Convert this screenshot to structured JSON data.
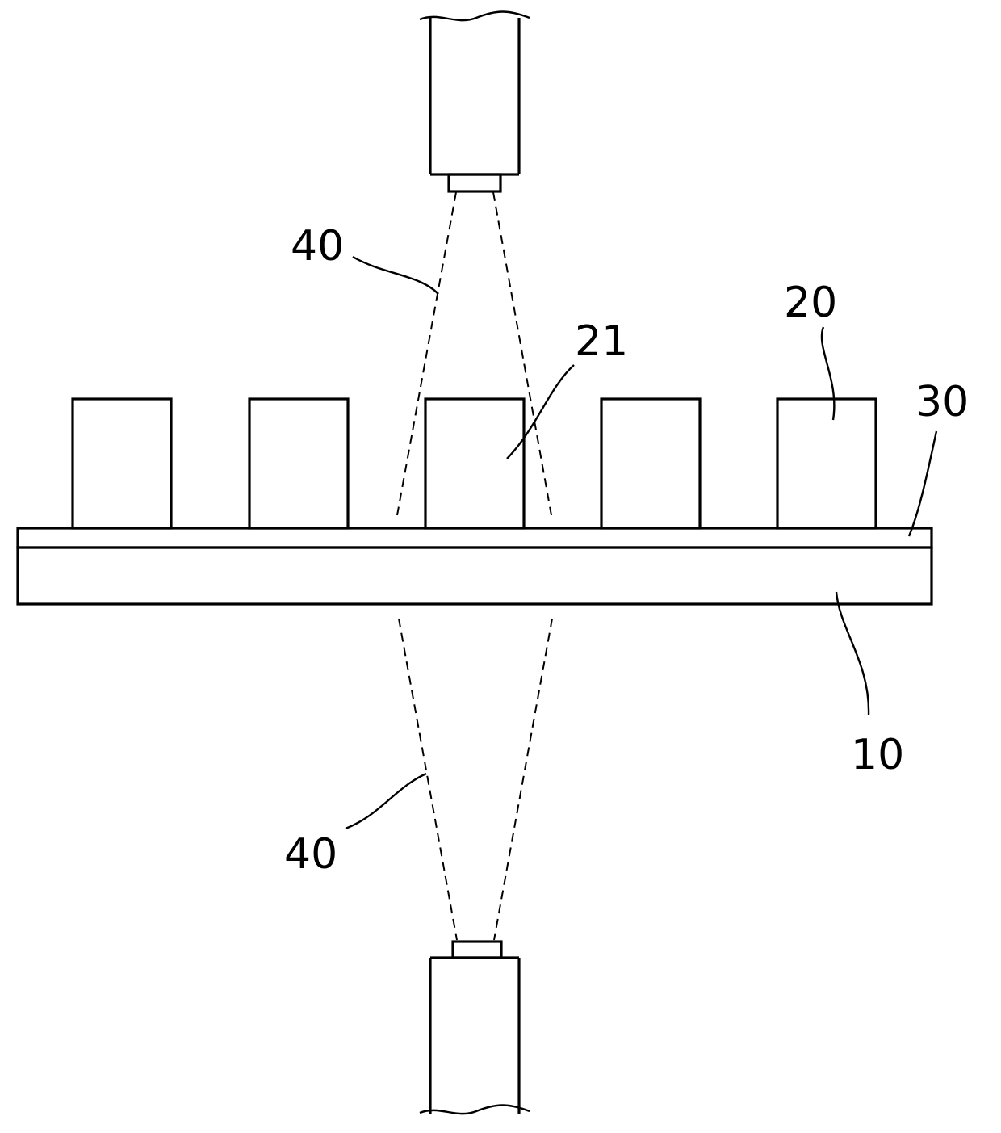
{
  "labels": {
    "camera_top_beam": "40",
    "camera_bottom_beam": "40",
    "chip_target": "21",
    "chip": "20",
    "tape_layer": "30",
    "substrate": "10"
  },
  "colors": {
    "line": "#000000",
    "background": "#ffffff"
  }
}
